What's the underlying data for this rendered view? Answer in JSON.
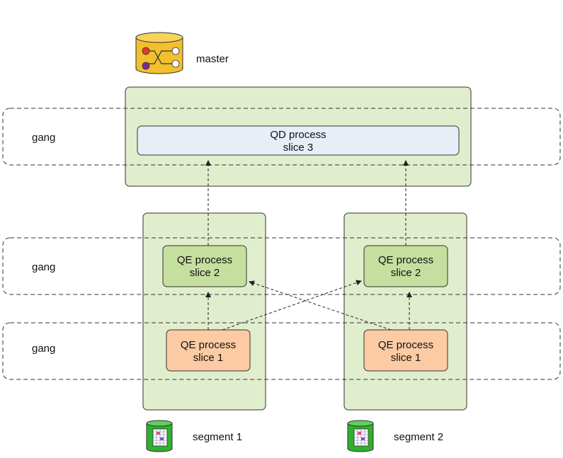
{
  "nodes": {
    "master": {
      "label": "master",
      "icon": "database-icon",
      "color": "#f2c02e"
    },
    "qd": {
      "line1": "QD process",
      "line2": "slice 3",
      "color": "#e8eef8"
    },
    "qe_s1_slice2": {
      "line1": "QE process",
      "line2": "slice 2",
      "color": "#c5df9f"
    },
    "qe_s2_slice2": {
      "line1": "QE process",
      "line2": "slice 2",
      "color": "#c5df9f"
    },
    "qe_s1_slice1": {
      "line1": "QE process",
      "line2": "slice 1",
      "color": "#fdcba3"
    },
    "qe_s2_slice1": {
      "line1": "QE process",
      "line2": "slice 1",
      "color": "#fdcba3"
    },
    "segment1": {
      "label": "segment 1",
      "icon": "segment-database-icon",
      "color": "#2fb02f"
    },
    "segment2": {
      "label": "segment 2",
      "icon": "segment-database-icon",
      "color": "#2fb02f"
    }
  },
  "gangs": [
    {
      "label": "gang"
    },
    {
      "label": "gang"
    },
    {
      "label": "gang"
    }
  ],
  "colors": {
    "host_fill": "#e0eecd",
    "host_stroke": "#333333",
    "dashed_stroke": "#333333",
    "arrow": "#222222"
  },
  "edges": [
    {
      "from": "qe_s1_slice1",
      "to": "qe_s1_slice2"
    },
    {
      "from": "qe_s1_slice1",
      "to": "qe_s2_slice2"
    },
    {
      "from": "qe_s2_slice1",
      "to": "qe_s2_slice2"
    },
    {
      "from": "qe_s2_slice1",
      "to": "qe_s1_slice2"
    },
    {
      "from": "qe_s1_slice2",
      "to": "qd"
    },
    {
      "from": "qe_s2_slice2",
      "to": "qd"
    }
  ]
}
